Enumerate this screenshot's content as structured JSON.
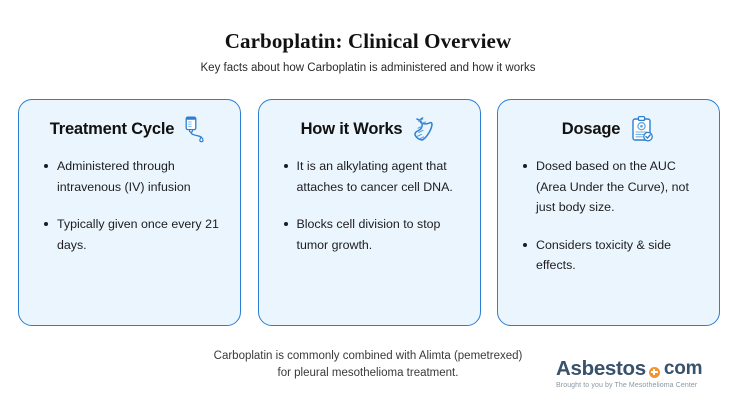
{
  "header": {
    "title": "Carboplatin: Clinical Overview",
    "subtitle": "Key facts about how Carboplatin is administered and how it works"
  },
  "colors": {
    "card_border": "#2b7fd4",
    "card_background": "#eaf5fd",
    "icon_blue": "#2e7fd0",
    "logo_navy": "#39526b",
    "logo_orange": "#f2932f",
    "title_color": "#111111"
  },
  "cards": [
    {
      "title": "Treatment Cycle",
      "icon": "iv-drip-icon",
      "bullets": [
        "Administered through intravenous (IV) infusion",
        "Typically given once every 21 days."
      ]
    },
    {
      "title": "How it Works",
      "icon": "dna-helix-icon",
      "bullets": [
        "It is an alkylating agent that attaches to cancer cell DNA.",
        "Blocks cell division to stop tumor growth."
      ]
    },
    {
      "title": "Dosage",
      "icon": "clipboard-check-icon",
      "bullets": [
        "Dosed based on the AUC (Area Under the Curve), not just body size.",
        "Considers toxicity & side effects."
      ]
    }
  ],
  "footnote": {
    "line1": "Carboplatin is commonly combined with Alimta (pemetrexed)",
    "line2": "for pleural mesothelioma treatment."
  },
  "logo": {
    "word": "Asbestos",
    "tld": "com",
    "tagline": "Brought to you by The Mesothelioma Center"
  }
}
